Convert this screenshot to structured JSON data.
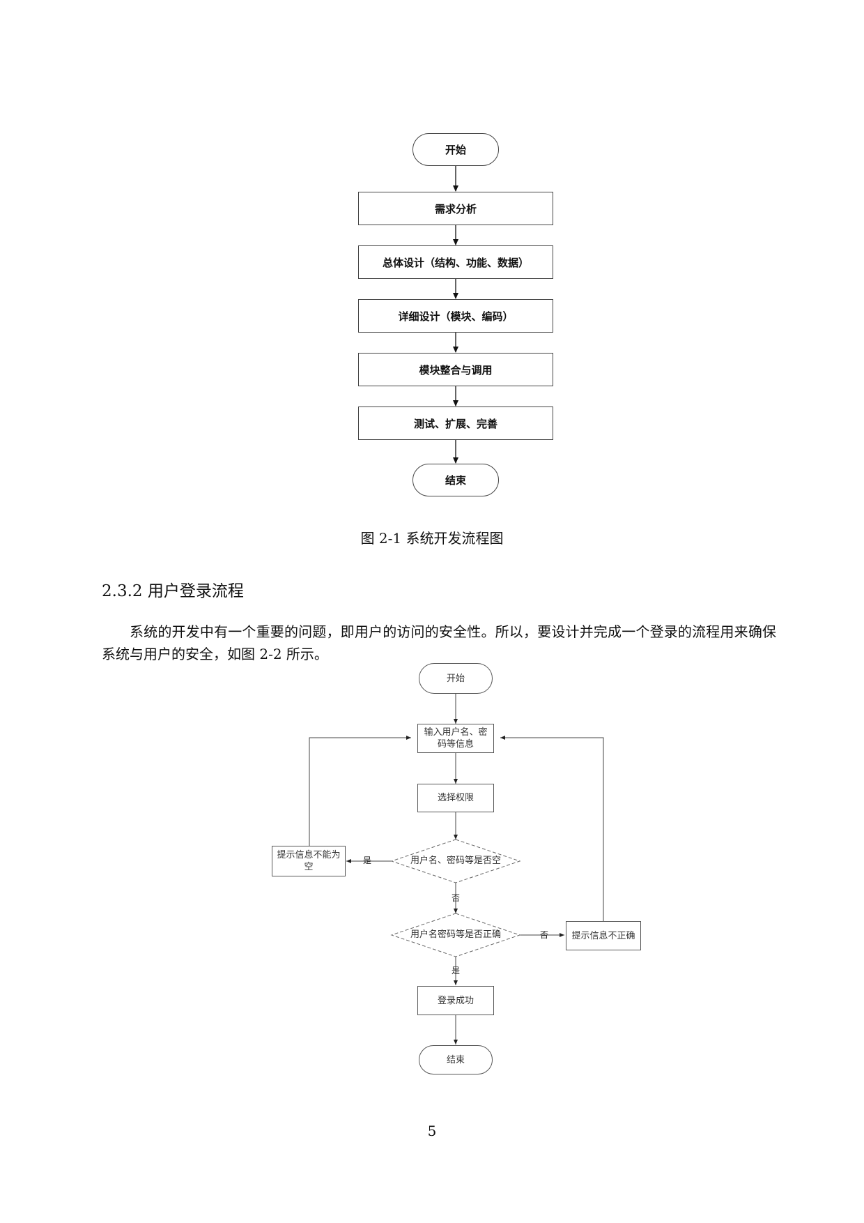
{
  "figure1": {
    "start": "开始",
    "steps": [
      "需求分析",
      "总体设计（结构、功能、数据）",
      "详细设计（模块、编码）",
      "模块整合与调用",
      "测试、扩展、完善"
    ],
    "end": "结束",
    "caption": "图 2-1  系统开发流程图"
  },
  "section": {
    "heading": "2.3.2  用户登录流程",
    "paragraph": "系统的开发中有一个重要的问题，即用户的访问的安全性。所以，要设计并完成一个登录的流程用来确保系统与用户的安全，如图 2-2 所示。"
  },
  "figure2": {
    "start": "开始",
    "input": "输入用户名、密码等信息",
    "select": "选择权限",
    "check_empty": "用户名、密码等是否空",
    "warn_empty": "提示信息不能为空",
    "check_correct": "用户名密码等是否正确",
    "warn_wrong": "提示信息不正确",
    "success": "登录成功",
    "end": "结束",
    "label_yes_empty": "是",
    "label_no_empty": "否",
    "label_no_correct": "否",
    "label_yes_correct": "是"
  },
  "page_number": "5"
}
